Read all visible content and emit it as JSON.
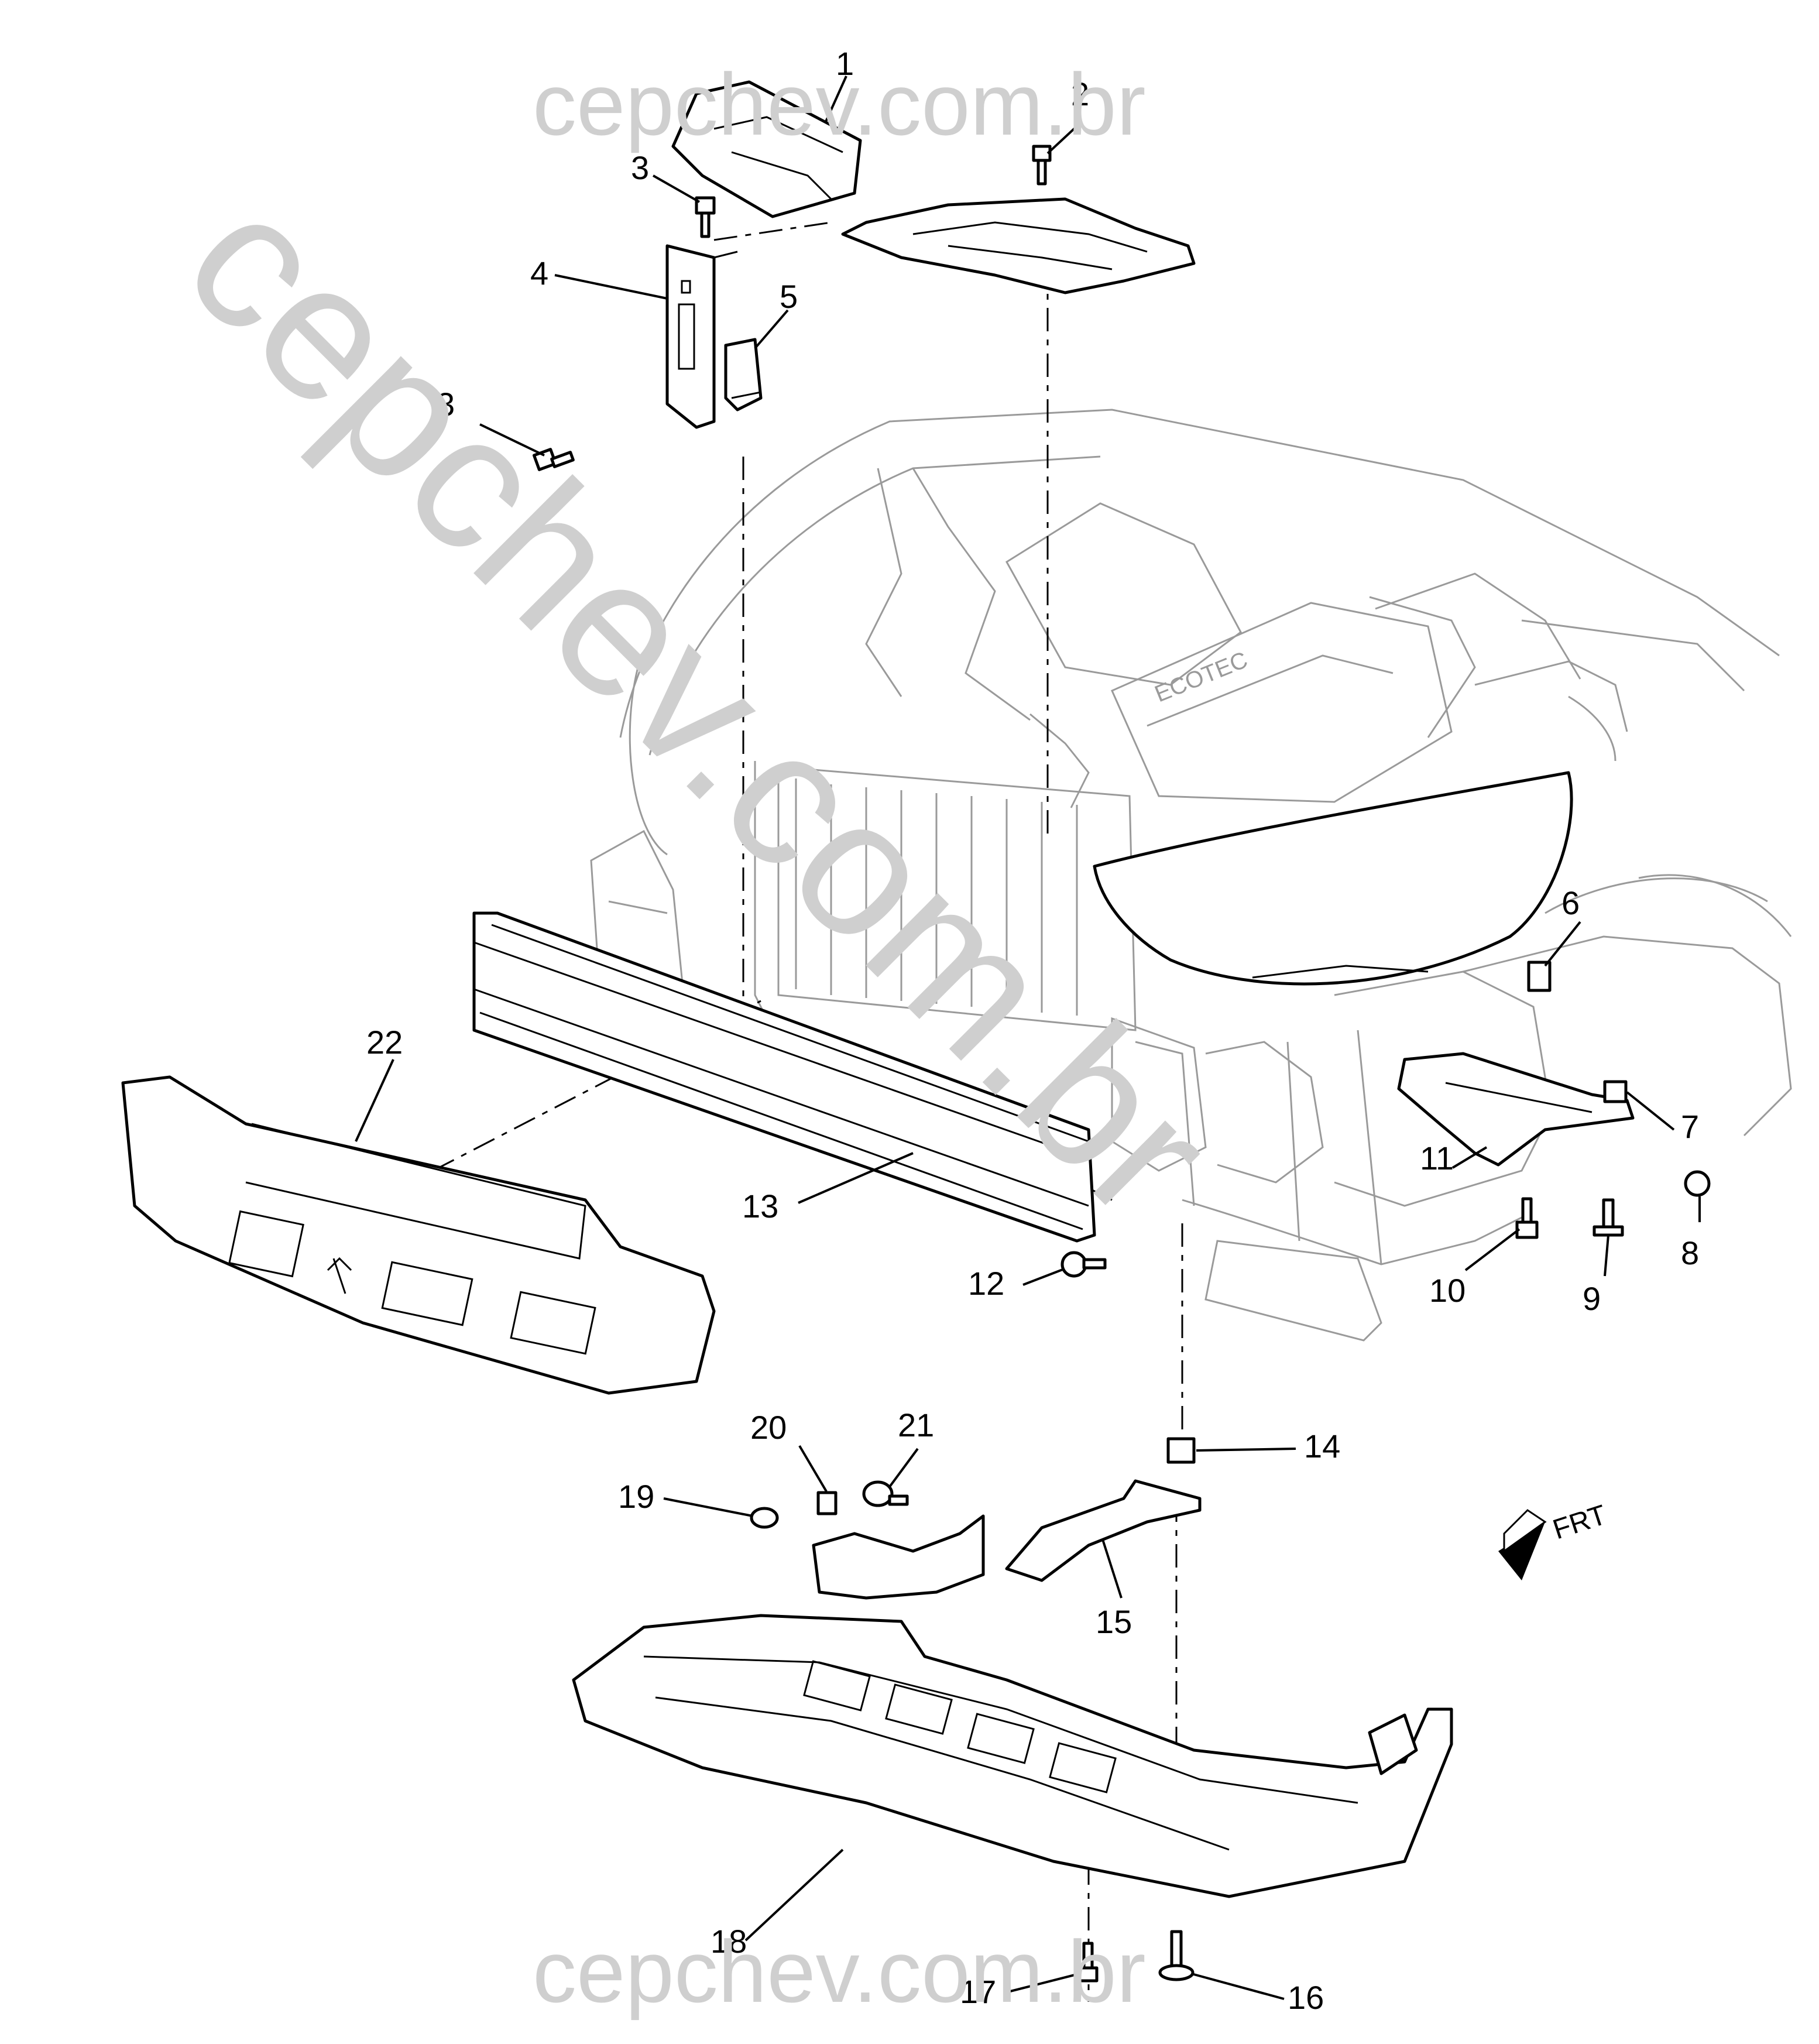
{
  "watermark": {
    "top": "cepchev.com.br",
    "diagonal": "cepchev.com.br",
    "bottom": "cepchev.com.br"
  },
  "direction": {
    "label": "FRT"
  },
  "engine_cover_text": "ECOTEC",
  "callouts": [
    "1",
    "2",
    "3",
    "3",
    "4",
    "5",
    "6",
    "7",
    "8",
    "9",
    "10",
    "11",
    "12",
    "13",
    "14",
    "15",
    "16",
    "17",
    "18",
    "19",
    "20",
    "21",
    "22"
  ]
}
